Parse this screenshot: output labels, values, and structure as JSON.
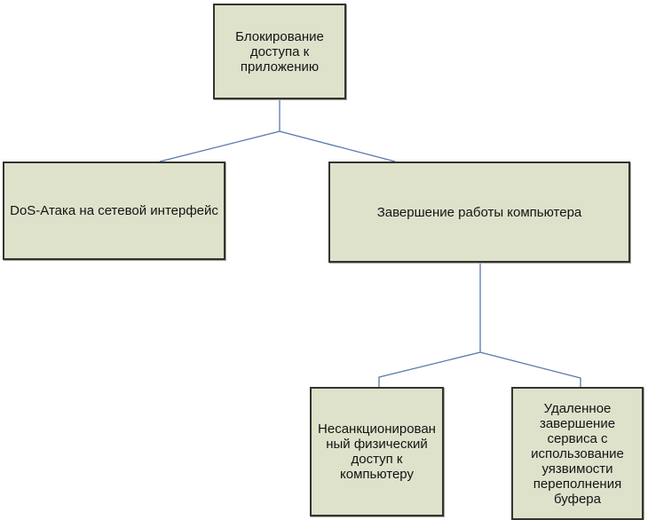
{
  "diagram": {
    "type": "tree",
    "language": "ru",
    "colors": {
      "box_fill": "#dee2cb",
      "box_border": "#33332f",
      "box_shadow": "#a6a69e",
      "connector": "#5578aa",
      "text": "#141414",
      "background": "#ffffff"
    },
    "nodes": [
      {
        "id": "root",
        "label": "Блокирование доступа к приложению"
      },
      {
        "id": "dos",
        "label": "DoS-Атака на сетевой интерфейс"
      },
      {
        "id": "shutdown",
        "label": "Завершение работы компьютера"
      },
      {
        "id": "physical",
        "label": "Несанкционированный физический доступ к компьютеру"
      },
      {
        "id": "remote",
        "label": "Удаленное завершение сервиса с использование уязвимости переполнения буфера"
      }
    ],
    "edges": [
      {
        "from": "root",
        "to": "dos"
      },
      {
        "from": "root",
        "to": "shutdown"
      },
      {
        "from": "shutdown",
        "to": "physical"
      },
      {
        "from": "shutdown",
        "to": "remote"
      }
    ]
  }
}
